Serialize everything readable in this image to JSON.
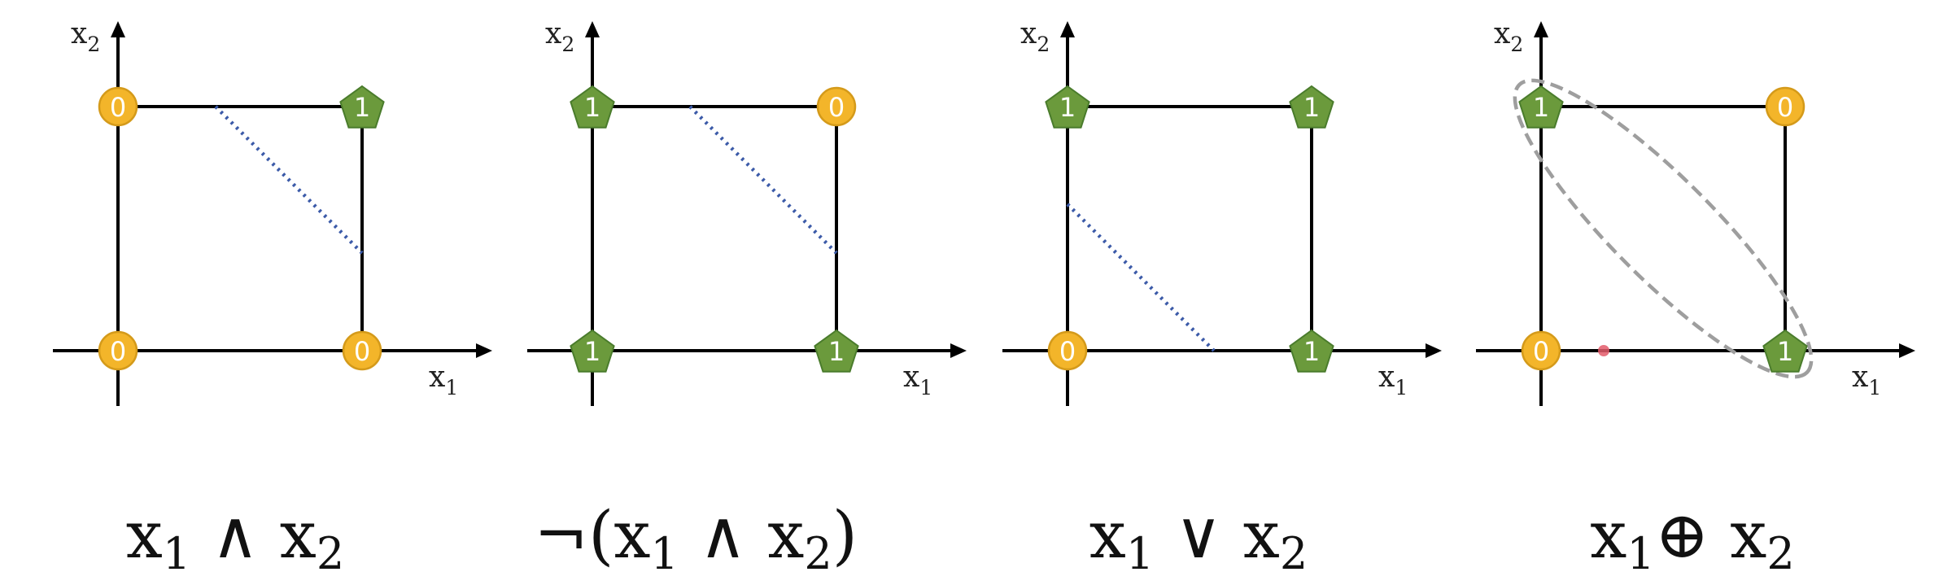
{
  "colors": {
    "zero_fill": "#f3b52a",
    "one_fill": "#6b9a3c",
    "separator": "#3b5aa8",
    "ellipse": "#9e9e9e",
    "axis": "#000000"
  },
  "axis_labels": {
    "x": {
      "base": "x",
      "sub": "1"
    },
    "y": {
      "base": "x",
      "sub": "2"
    }
  },
  "panels": [
    {
      "id": "and",
      "caption": {
        "prefix": "",
        "a": "x",
        "a_sub": "1",
        "op": " ∧ ",
        "b": "x",
        "b_sub": "2",
        "suffix": ""
      },
      "points": [
        {
          "corner": "00",
          "value": "0",
          "shape": "circle"
        },
        {
          "corner": "10",
          "value": "0",
          "shape": "circle"
        },
        {
          "corner": "01",
          "value": "0",
          "shape": "circle"
        },
        {
          "corner": "11",
          "value": "1",
          "shape": "pentagon"
        }
      ],
      "separator": true,
      "ellipse": false
    },
    {
      "id": "nand",
      "caption": {
        "prefix": "¬(",
        "a": "x",
        "a_sub": "1",
        "op": " ∧ ",
        "b": "x",
        "b_sub": "2",
        "suffix": ")"
      },
      "points": [
        {
          "corner": "00",
          "value": "1",
          "shape": "pentagon"
        },
        {
          "corner": "10",
          "value": "1",
          "shape": "pentagon"
        },
        {
          "corner": "01",
          "value": "1",
          "shape": "pentagon"
        },
        {
          "corner": "11",
          "value": "0",
          "shape": "circle"
        }
      ],
      "separator": true,
      "ellipse": false
    },
    {
      "id": "or",
      "caption": {
        "prefix": "",
        "a": "x",
        "a_sub": "1",
        "op": " ∨ ",
        "b": "x",
        "b_sub": "2",
        "suffix": ""
      },
      "points": [
        {
          "corner": "00",
          "value": "0",
          "shape": "circle"
        },
        {
          "corner": "10",
          "value": "1",
          "shape": "pentagon"
        },
        {
          "corner": "01",
          "value": "1",
          "shape": "pentagon"
        },
        {
          "corner": "11",
          "value": "1",
          "shape": "pentagon"
        }
      ],
      "separator": true,
      "ellipse": false
    },
    {
      "id": "xor",
      "caption": {
        "prefix": "",
        "a": "x",
        "a_sub": "1",
        "op": "⊕ ",
        "b": "x",
        "b_sub": "2",
        "suffix": ""
      },
      "points": [
        {
          "corner": "00",
          "value": "0",
          "shape": "circle"
        },
        {
          "corner": "10",
          "value": "1",
          "shape": "pentagon"
        },
        {
          "corner": "01",
          "value": "1",
          "shape": "pentagon"
        },
        {
          "corner": "11",
          "value": "0",
          "shape": "circle"
        }
      ],
      "separator": false,
      "ellipse": true
    }
  ]
}
